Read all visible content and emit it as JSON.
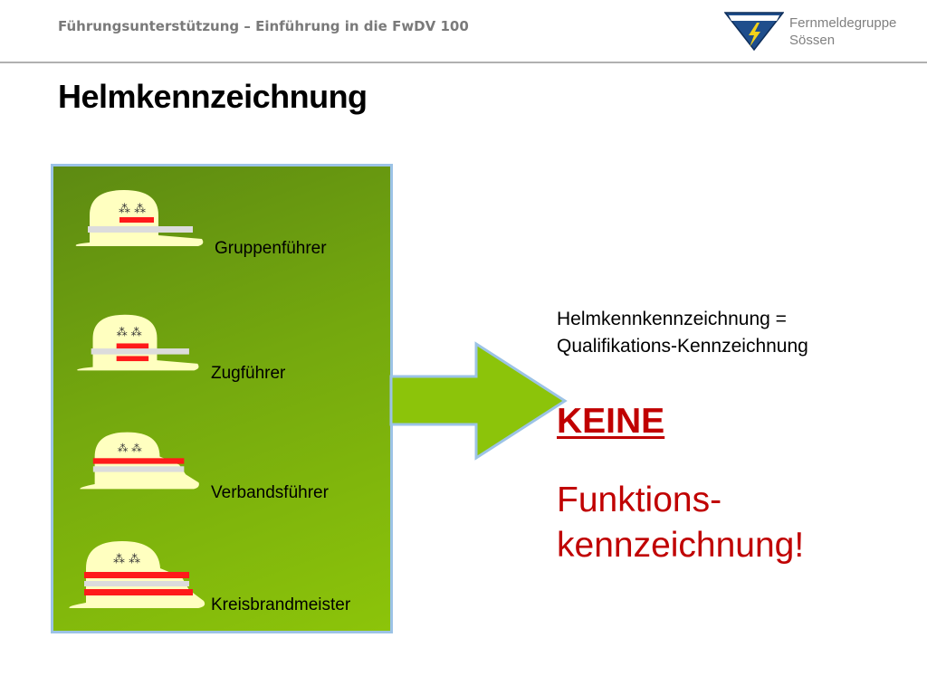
{
  "header": {
    "subtitle": "Führungsunterstützung – Einführung in die FwDV 100",
    "org_line1": "Fernmeldegruppe",
    "org_line2": "Sössen",
    "logo_icon": "lightning-shield-icon"
  },
  "slide": {
    "title": "Helmkennzeichnung"
  },
  "ranks": [
    {
      "label": "Gruppenführer",
      "red_stripes": 1,
      "stripe_type": "short"
    },
    {
      "label": "Zugführer",
      "red_stripes": 2,
      "stripe_type": "short"
    },
    {
      "label": "Verbandsführer",
      "red_stripes": 1,
      "stripe_type": "band"
    },
    {
      "label": "Kreisbrandmeister",
      "red_stripes": 2,
      "stripe_type": "band"
    }
  ],
  "right": {
    "equation_line1": "Helmkennkennzeichnung =",
    "equation_line2": "Qualifikations-Kennzeichnung",
    "keine": "KEINE",
    "funktions_line1": "Funktions-",
    "funktions_line2": "kennzeichnung!"
  },
  "colors": {
    "accent_red": "#c00000",
    "stripe_red": "#ff1a1a",
    "panel_border": "#9cc3e6",
    "helmet_fill": "#ffffc0",
    "arrow_fill": "#8cc40a"
  }
}
